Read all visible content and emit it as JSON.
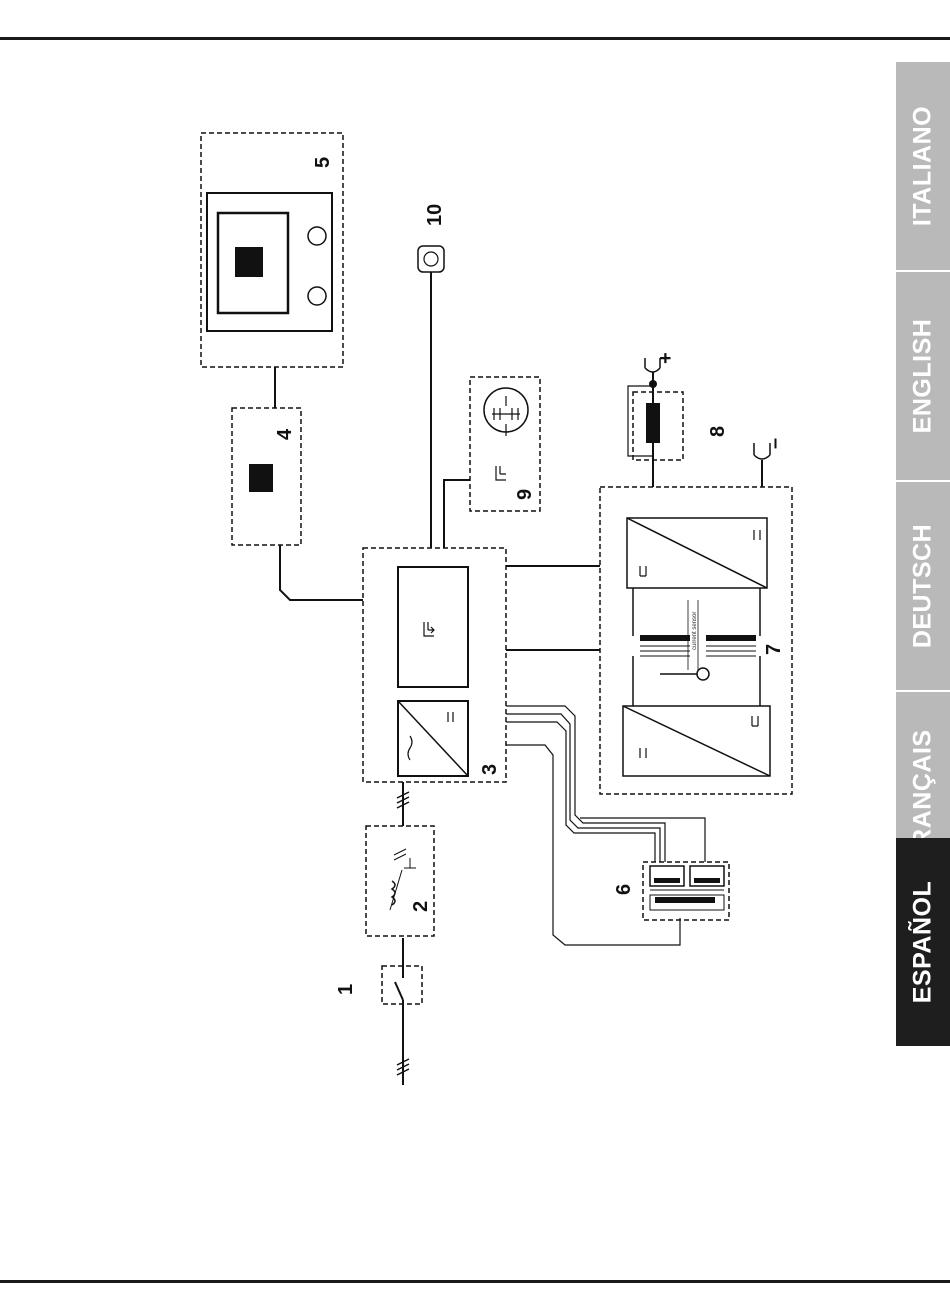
{
  "languages": [
    {
      "label": "ITALIANO",
      "active": false
    },
    {
      "label": "ENGLISH",
      "active": false
    },
    {
      "label": "DEUTSCH",
      "active": false
    },
    {
      "label": "FRANÇAIS",
      "active": false
    },
    {
      "label": "ESPAÑOL",
      "active": true
    }
  ],
  "diagram": {
    "labels": {
      "b1": "1",
      "b2": "2",
      "b3": "3",
      "b4": "4",
      "b5": "5",
      "b6": "6",
      "b7": "7",
      "b8": "8",
      "b9": "9",
      "b10": "10"
    },
    "current_sensor": "current sensor",
    "plus": "+",
    "minus": "–"
  }
}
